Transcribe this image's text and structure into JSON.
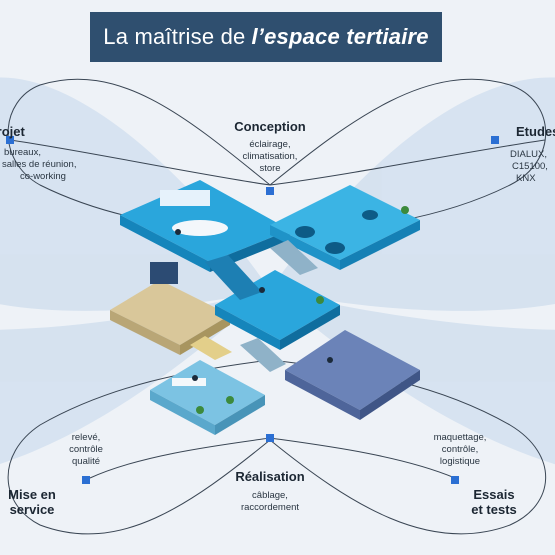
{
  "header": {
    "title_part1": "La maîtrise de",
    "title_part2": "l’espace tertiaire"
  },
  "stages": {
    "projet": {
      "title": "Projet",
      "desc": [
        "bureaux,",
        "salles de réunion,",
        "co-working"
      ]
    },
    "conception": {
      "title": "Conception",
      "desc": [
        "éclairage,",
        "climatisation,",
        "store"
      ]
    },
    "etudes": {
      "title": "Etudes",
      "desc": [
        "DIALUX,",
        "C15100,",
        "KNX"
      ]
    },
    "mise": {
      "title_line1": "Mise en",
      "title_line2": "service",
      "desc": [
        "relevé,",
        "contrôle",
        "qualité"
      ]
    },
    "realisation": {
      "title": "Réalisation",
      "desc": [
        "câblage,",
        "raccordement"
      ]
    },
    "essais": {
      "title_line1": "Essais",
      "title_line2": "et tests",
      "desc": [
        "maquettage,",
        "contrôle,",
        "logistique"
      ]
    }
  },
  "colors": {
    "banner": "#2f4f6f",
    "node": "#2b6fd3",
    "orbit": "#3a4654",
    "wing": "#d3e0ee",
    "tile_blue": "#1b9fd6",
    "tile_navy": "#5b74a8",
    "tile_beige": "#d9c79a"
  }
}
